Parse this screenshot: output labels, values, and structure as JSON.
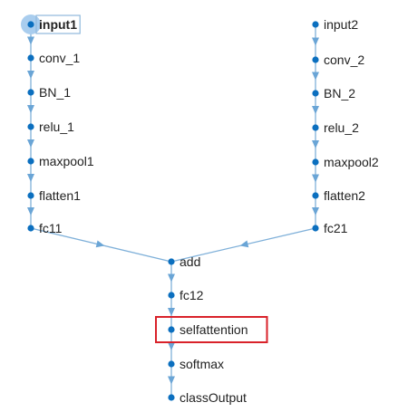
{
  "colors": {
    "node": "#0b6fbf",
    "edge": "#7fb0d9",
    "arrow": "#6aa5d6",
    "selected_halo": "#a9cdee",
    "selected_box": "#8fb8dc",
    "highlight_box": "#d9222a",
    "text": "#222222"
  },
  "graph": {
    "nodes": [
      {
        "id": "input1",
        "label": "input1",
        "selected": true
      },
      {
        "id": "conv_1",
        "label": "conv_1"
      },
      {
        "id": "BN_1",
        "label": "BN_1"
      },
      {
        "id": "relu_1",
        "label": "relu_1"
      },
      {
        "id": "maxpool1",
        "label": "maxpool1"
      },
      {
        "id": "flatten1",
        "label": "flatten1"
      },
      {
        "id": "fc11",
        "label": "fc11"
      },
      {
        "id": "input2",
        "label": "input2"
      },
      {
        "id": "conv_2",
        "label": "conv_2"
      },
      {
        "id": "BN_2",
        "label": "BN_2"
      },
      {
        "id": "relu_2",
        "label": "relu_2"
      },
      {
        "id": "maxpool2",
        "label": "maxpool2"
      },
      {
        "id": "flatten2",
        "label": "flatten2"
      },
      {
        "id": "fc21",
        "label": "fc21"
      },
      {
        "id": "add",
        "label": "add"
      },
      {
        "id": "fc12",
        "label": "fc12"
      },
      {
        "id": "selfattention",
        "label": "selfattention",
        "highlighted": true
      },
      {
        "id": "softmax",
        "label": "softmax"
      },
      {
        "id": "classOutput",
        "label": "classOutput"
      }
    ],
    "edges": [
      [
        "input1",
        "conv_1"
      ],
      [
        "conv_1",
        "BN_1"
      ],
      [
        "BN_1",
        "relu_1"
      ],
      [
        "relu_1",
        "maxpool1"
      ],
      [
        "maxpool1",
        "flatten1"
      ],
      [
        "flatten1",
        "fc11"
      ],
      [
        "input2",
        "conv_2"
      ],
      [
        "conv_2",
        "BN_2"
      ],
      [
        "BN_2",
        "relu_2"
      ],
      [
        "relu_2",
        "maxpool2"
      ],
      [
        "maxpool2",
        "flatten2"
      ],
      [
        "flatten2",
        "fc21"
      ],
      [
        "fc11",
        "add"
      ],
      [
        "fc21",
        "add"
      ],
      [
        "add",
        "fc12"
      ],
      [
        "fc12",
        "selfattention"
      ],
      [
        "selfattention",
        "softmax"
      ],
      [
        "softmax",
        "classOutput"
      ]
    ]
  }
}
